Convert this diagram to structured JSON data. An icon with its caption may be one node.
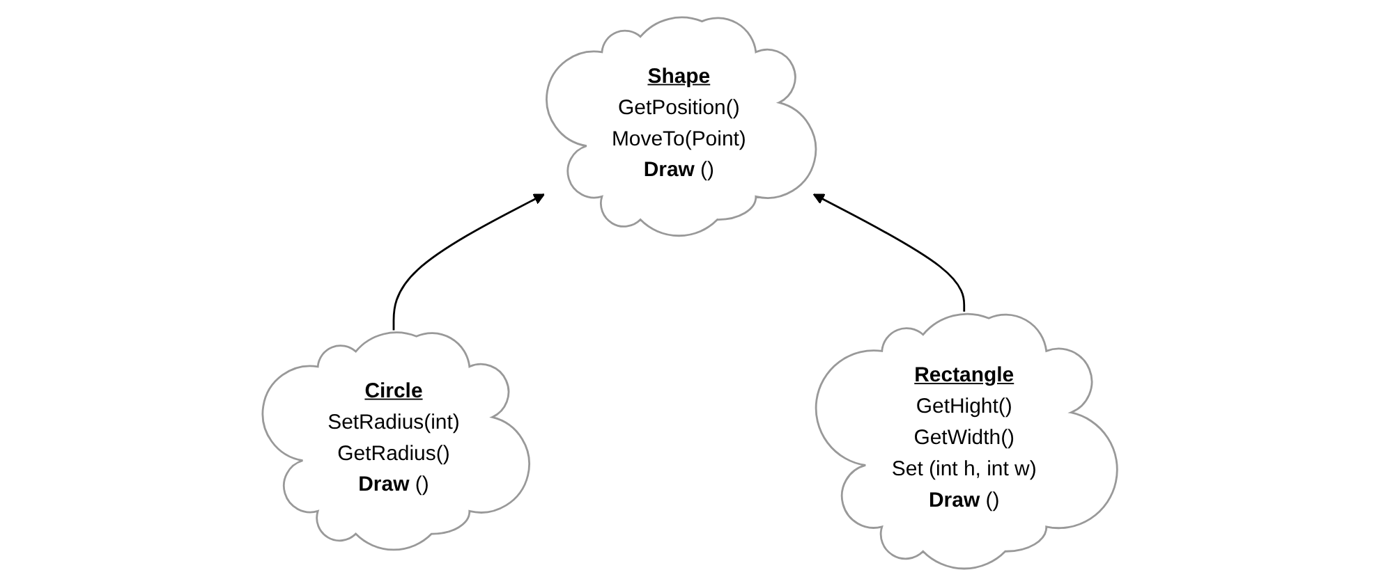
{
  "diagram": {
    "nodes": [
      {
        "text": [
          "Shape",
          "GetPosition()",
          "MoveTo(Point)",
          "**Draw** ()"
        ]
      },
      {
        "text": [
          "Circle",
          "SetRadius(int)",
          "GetRadius()",
          "**Draw** ()"
        ]
      },
      {
        "text": [
          "Rectangle",
          "GetHight()",
          "GetWidth()",
          "Set (int h, int w)",
          "**Draw** ()"
        ]
      }
    ],
    "edges": [
      {
        "from": 1,
        "to": 0,
        "arrow": "to"
      },
      {
        "from": 2,
        "to": 0,
        "arrow": "to"
      }
    ]
  }
}
